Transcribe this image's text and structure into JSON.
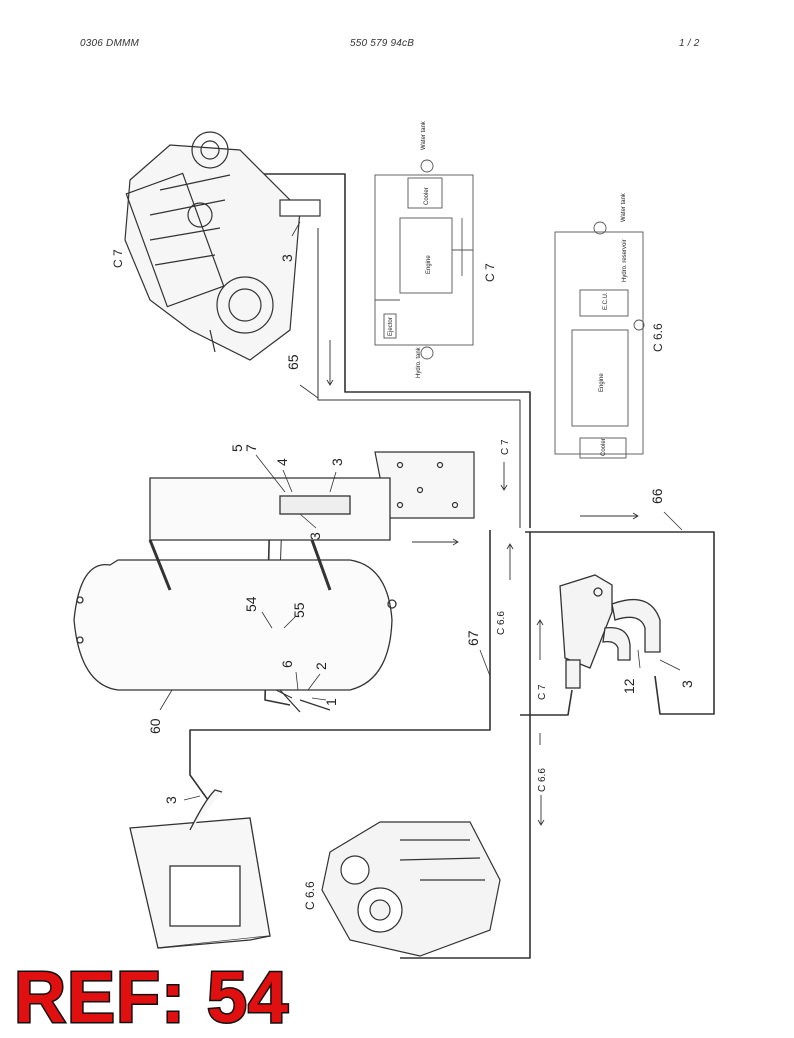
{
  "header": {
    "left": "0306 DMMM",
    "center": "550 579 94cB",
    "right": "1 /  2"
  },
  "callouts": {
    "c7_top_engine": "C 7",
    "c7_diagram": "C 7",
    "c66_diagram": "C 6.6",
    "c7_hose_top": "C 7",
    "c66_hose_mid": "C 6.6",
    "c7_hose_low": "C 7",
    "c66_hose_low": "C 6.6",
    "c66_bottom_engine": "C 6.6"
  },
  "part_numbers": {
    "p3_top": "3",
    "p65": "65",
    "p5": "5",
    "p7": "7",
    "p4": "4",
    "p3_tank_top": "3",
    "p3_tank": "3",
    "p54": "54",
    "p55": "55",
    "p6": "6",
    "p2": "2",
    "p1": "1",
    "p60": "60",
    "p67": "67",
    "p66": "66",
    "p12": "12",
    "p3_valve": "3",
    "p3_bottom": "3"
  },
  "schematic_c7": {
    "water_tank": "Water tank",
    "cooler": "Cooler",
    "engine": "Engine",
    "hydro_tank": "Hydro. tank",
    "ejector": "Ejector"
  },
  "schematic_c66": {
    "water_tank": "Water tank",
    "hydro_reservoir": "Hydro. reservoir",
    "ecu": "E.C.U.",
    "engine": "Engine",
    "cooler": "Cooler"
  },
  "ref_label": "REF: 54"
}
